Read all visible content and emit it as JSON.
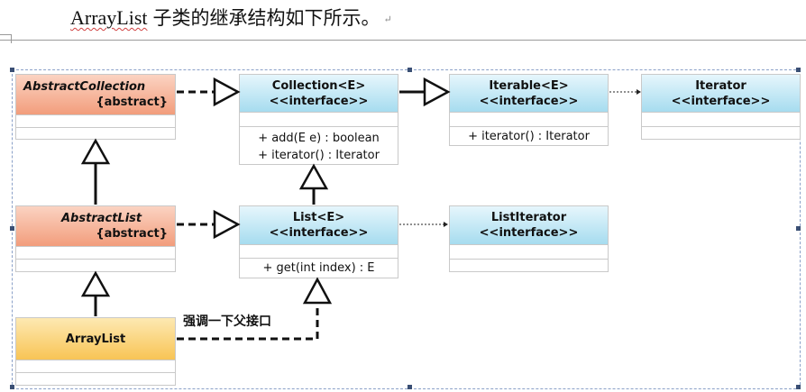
{
  "heading": {
    "title_latin": "ArrayList",
    "title_cjk": "子类的继承结构如下所示。",
    "return_mark": "↵"
  },
  "classes": {
    "abstract_collection": {
      "name": "AbstractCollection",
      "stereotype": "{abstract}",
      "kind": "abstract-class",
      "color": "#f29d7c"
    },
    "collection": {
      "name": "Collection<E>",
      "stereotype": "<<interface>>",
      "methods": [
        "+ add(E e) : boolean",
        "+ iterator() : Iterator"
      ],
      "kind": "interface",
      "color": "#a6dcef"
    },
    "iterable": {
      "name": "Iterable<E>",
      "stereotype": "<<interface>>",
      "methods": [
        "+ iterator() : Iterator"
      ],
      "kind": "interface",
      "color": "#a6dcef"
    },
    "iterator": {
      "name": "Iterator",
      "stereotype": "<<interface>>",
      "kind": "interface",
      "color": "#a6dcef"
    },
    "abstract_list": {
      "name": "AbstractList",
      "stereotype": "{abstract}",
      "kind": "abstract-class",
      "color": "#f29d7c"
    },
    "list": {
      "name": "List<E>",
      "stereotype": "<<interface>>",
      "methods": [
        "+ get(int index) : E"
      ],
      "kind": "interface",
      "color": "#a6dcef"
    },
    "list_iterator": {
      "name": "ListIterator",
      "stereotype": "<<interface>>",
      "kind": "interface",
      "color": "#a6dcef"
    },
    "array_list": {
      "name": "ArrayList",
      "kind": "class",
      "color": "#f8c455"
    }
  },
  "relations": [
    {
      "from": "abstract_collection",
      "to": "collection",
      "type": "realization"
    },
    {
      "from": "collection",
      "to": "iterable",
      "type": "generalization"
    },
    {
      "from": "iterable",
      "to": "iterator",
      "type": "dependency"
    },
    {
      "from": "abstract_list",
      "to": "abstract_collection",
      "type": "generalization"
    },
    {
      "from": "abstract_list",
      "to": "list",
      "type": "realization"
    },
    {
      "from": "list",
      "to": "collection",
      "type": "generalization"
    },
    {
      "from": "list",
      "to": "list_iterator",
      "type": "dependency"
    },
    {
      "from": "array_list",
      "to": "abstract_list",
      "type": "generalization"
    },
    {
      "from": "array_list",
      "to": "list",
      "type": "realization"
    }
  ],
  "annotation": {
    "text": "强调一下父接口"
  }
}
